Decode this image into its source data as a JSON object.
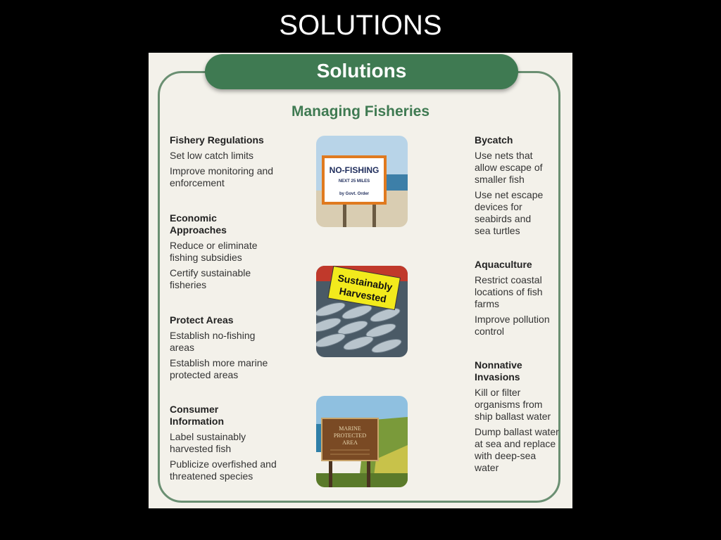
{
  "slide": {
    "title": "SOLUTIONS"
  },
  "panel": {
    "banner": "Solutions",
    "subtitle": "Managing Fisheries",
    "left_sections": [
      {
        "heading": "Fishery Regulations",
        "items": [
          "Set low catch limits",
          "Improve monitoring and enforcement"
        ]
      },
      {
        "heading": "Economic Approaches",
        "items": [
          "Reduce or eliminate fishing subsidies",
          "Certify sustainable fisheries"
        ]
      },
      {
        "heading": "Protect Areas",
        "items": [
          "Establish no-fishing areas",
          "Establish more marine protected areas"
        ]
      },
      {
        "heading": "Consumer Information",
        "items": [
          "Label sustainably harvested fish",
          "Publicize overfished and threatened species"
        ]
      }
    ],
    "right_sections": [
      {
        "heading": "Bycatch",
        "items": [
          "Use nets that allow escape of smaller fish",
          "Use net escape devices for seabirds and sea turtles"
        ]
      },
      {
        "heading": "Aquaculture",
        "items": [
          "Restrict coastal locations of fish farms",
          "Improve pollution control"
        ]
      },
      {
        "heading": "Nonnative Invasions",
        "items": [
          "Kill or filter organisms from ship ballast water",
          "Dump ballast water at sea and replace with deep-sea water"
        ]
      }
    ],
    "images": {
      "no_fishing_sign": {
        "line1": "NO-FISHING",
        "line2": "NEXT 25 MILES",
        "line3": "by Govt. Order"
      },
      "sustainable_label": {
        "line1": "Sustainably",
        "line2": "Harvested"
      },
      "marine_sign": {
        "line1": "MARINE",
        "line2": "PROTECTED",
        "line3": "AREA"
      }
    }
  }
}
